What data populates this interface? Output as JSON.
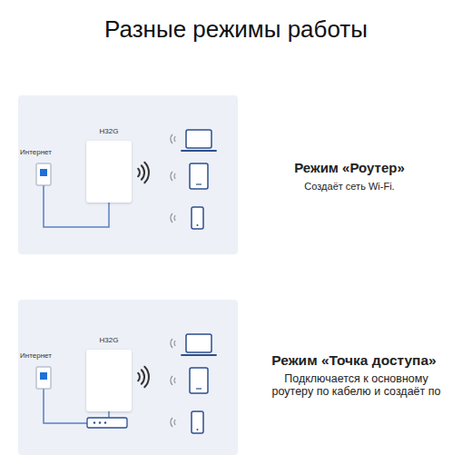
{
  "diagram": {
    "title": "Разные режимы работы",
    "nodes": [
      {
        "text": [
          "Интернет"
        ]
      },
      {
        "text": [
          "H32G"
        ],
        "in": 0
      },
      {
        "text": [
          "Интернет"
        ]
      },
      {
        "text": [
          "H32G"
        ],
        "in": 2
      }
    ],
    "labels": [
      "Режим «Роутер»",
      "Создаёт сеть Wi-Fi.",
      "Режим «Точка доступа»",
      "Подключается к основному роутеру по кабелю и создаёт по"
    ]
  }
}
